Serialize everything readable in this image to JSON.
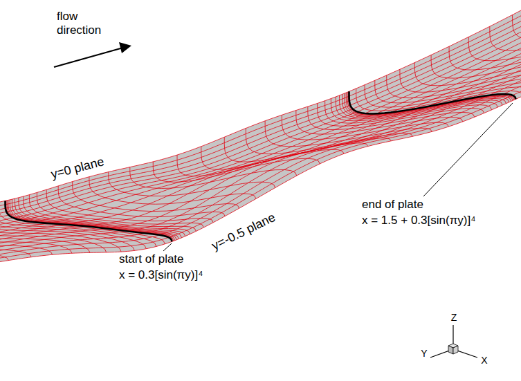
{
  "diagram": {
    "labels": [
      "flow direction",
      "y=0 plane",
      "y=-0.5 plane",
      "start of plate",
      "x = 0.3[sin(πy)]⁴",
      "end of plate",
      "x = 1.5 + 0.3[sin(πy)]⁴",
      "Z",
      "Y",
      "X"
    ]
  }
}
